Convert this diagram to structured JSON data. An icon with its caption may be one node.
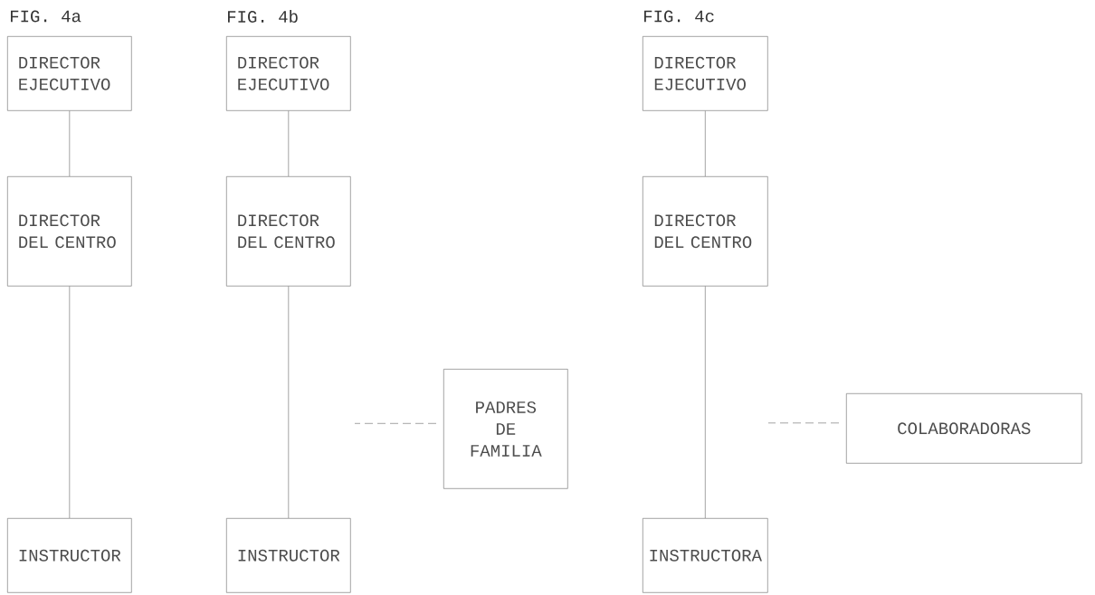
{
  "diagram": {
    "nodes": [
      {
        "text": [
          "DIRECTOR EJECUTIVO"
        ]
      },
      {
        "text": [
          "DIRECTOR DEL CENTRO"
        ]
      },
      {
        "text": [
          "INSTRUCTOR"
        ]
      },
      {
        "text": [
          "DIRECTOR EJECUTIVO"
        ]
      },
      {
        "text": [
          "DIRECTOR DEL CENTRO"
        ]
      },
      {
        "text": [
          "PADRES DE FAMILIA"
        ]
      },
      {
        "text": [
          "INSTRUCTOR"
        ]
      },
      {
        "text": [
          "DIRECTOR EJECUTIVO"
        ]
      },
      {
        "text": [
          "DIRECTOR DEL CENTRO"
        ]
      },
      {
        "text": [
          "COLABORADORAS"
        ]
      },
      {
        "text": [
          "INSTRUCTORA"
        ]
      }
    ],
    "edges": [
      {
        "from": 0,
        "to": 1,
        "arrow": "none"
      },
      {
        "from": 1,
        "to": 2,
        "arrow": "none"
      },
      {
        "from": 3,
        "to": 4,
        "arrow": "none"
      },
      {
        "from": 4,
        "to": 6,
        "arrow": "none"
      },
      {
        "from": 5,
        "to": null,
        "arrow": "none",
        "style": "dashed"
      },
      {
        "from": 7,
        "to": 8,
        "arrow": "none"
      },
      {
        "from": 8,
        "to": 10,
        "arrow": "none"
      },
      {
        "from": 9,
        "to": null,
        "arrow": "none",
        "style": "dashed"
      }
    ],
    "labels": [
      "FIG. 4a",
      "FIG. 4b",
      "FIG. 4c"
    ]
  }
}
